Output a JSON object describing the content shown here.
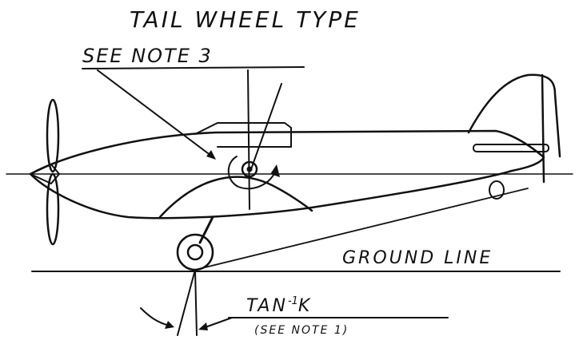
{
  "diagram": {
    "title": "TAIL WHEEL TYPE",
    "note3_label": "SEE NOTE 3",
    "ground_label": "GROUND LINE",
    "tank_label": "TAN",
    "tank_superscript": "-1",
    "tank_k": "K",
    "note1_label": "(SEE NOTE 1)"
  },
  "colors": {
    "ink": "#111111",
    "paper": "#ffffff"
  }
}
